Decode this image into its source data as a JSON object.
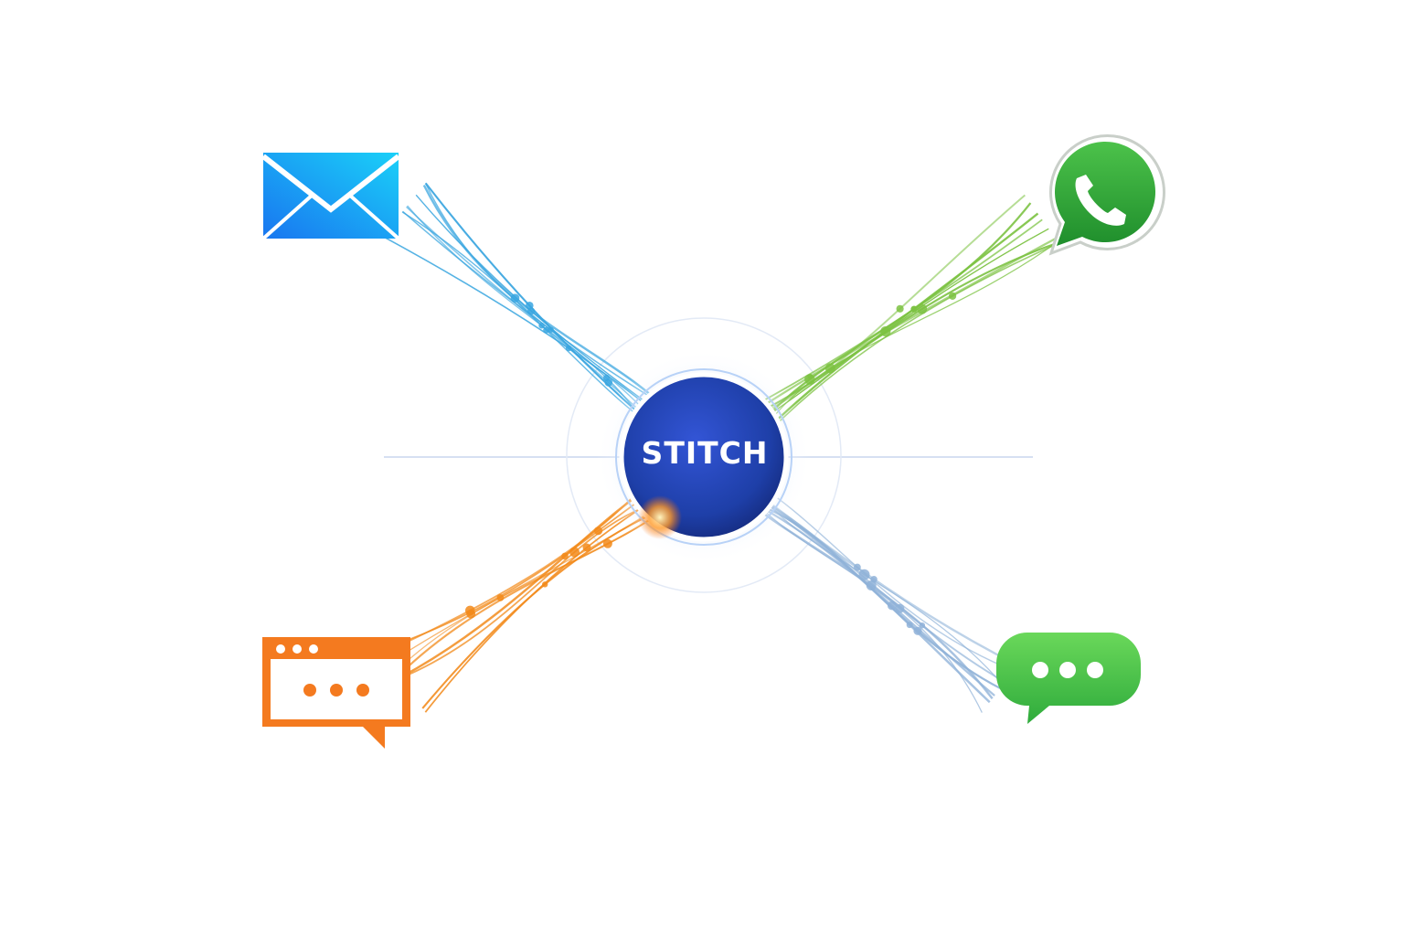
{
  "diagram": {
    "hub": {
      "label": "STITCH",
      "color": "#1e3fa8",
      "glow_color": "#ffffff"
    },
    "channels": [
      {
        "id": "email",
        "icon": "envelope-icon",
        "color": "#1aa0f5",
        "link_color": "#3aa6e0"
      },
      {
        "id": "whatsapp",
        "icon": "whatsapp-phone-icon",
        "color": "#2eaa3c",
        "link_color": "#7cc242"
      },
      {
        "id": "web-chat",
        "icon": "web-chat-window-icon",
        "color": "#f47a1f",
        "link_color": "#f28a1a"
      },
      {
        "id": "sms",
        "icon": "sms-bubble-icon",
        "color": "#3bc24a",
        "link_color": "#8fb2d8"
      }
    ]
  }
}
